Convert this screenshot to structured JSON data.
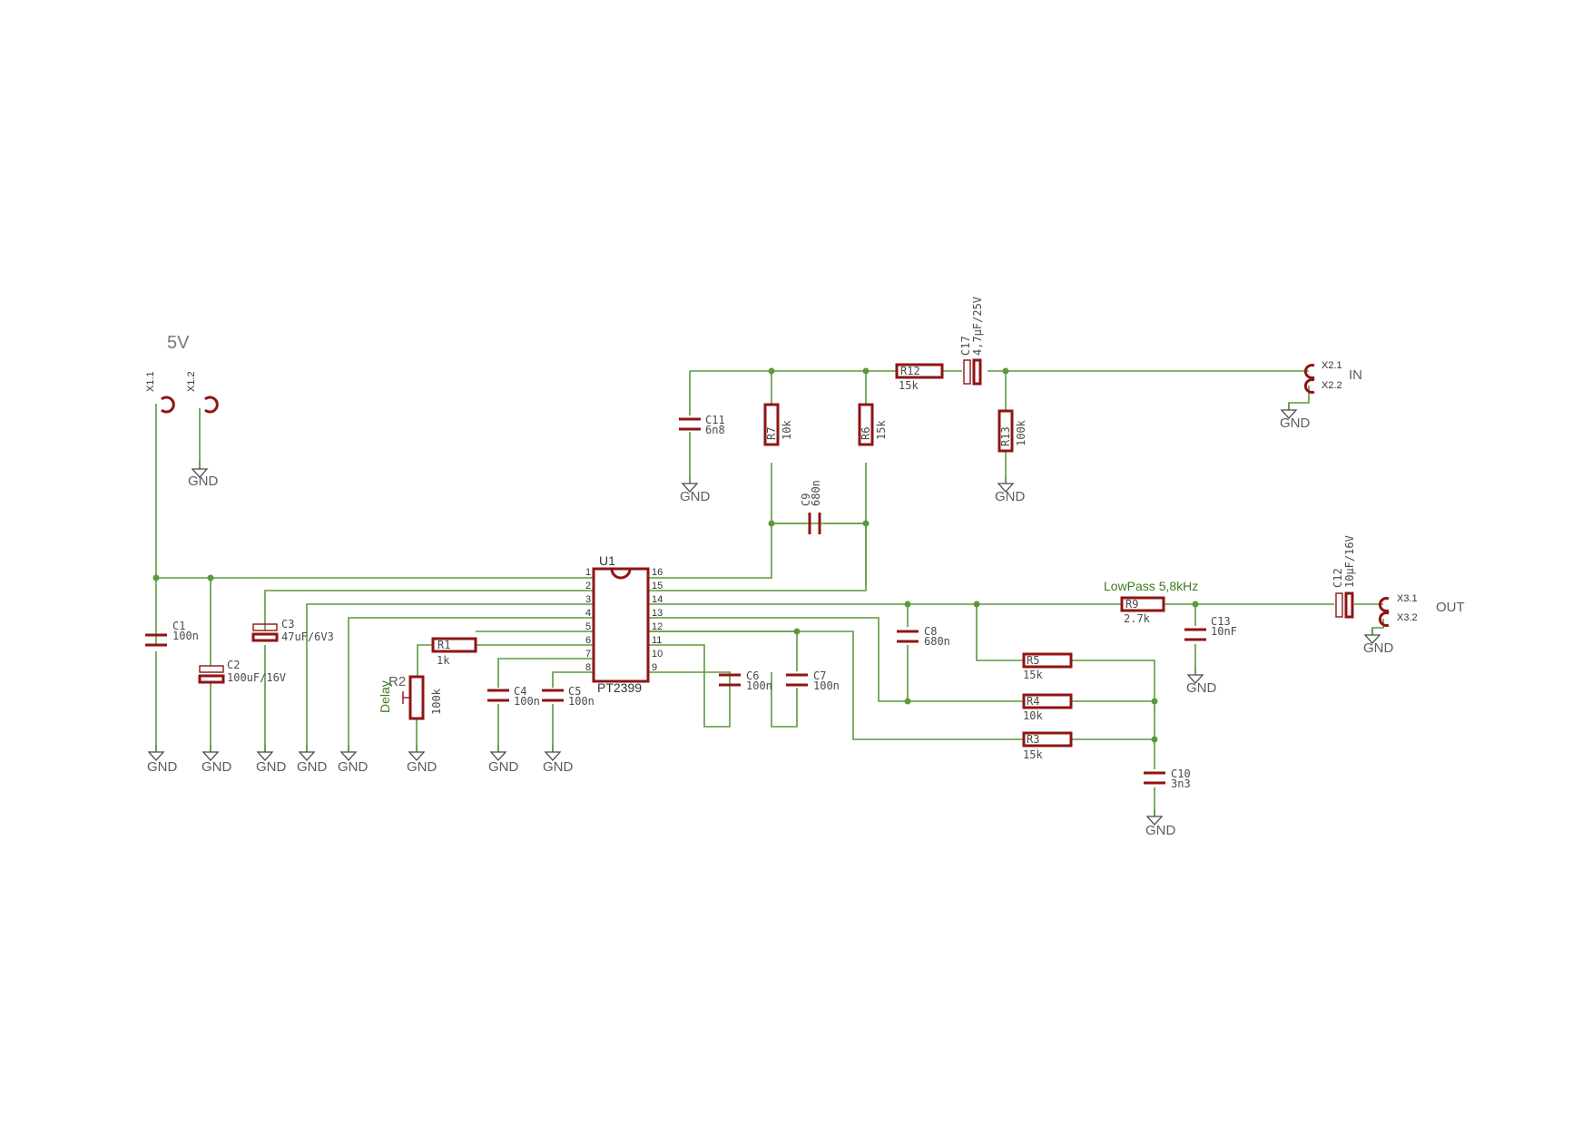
{
  "title": "5V",
  "power_connectors": {
    "x11": "X1.1",
    "x12": "X1.2"
  },
  "ground_label": "GND",
  "ic": {
    "ref": "U1",
    "part": "PT2399",
    "pins_left": [
      "1",
      "2",
      "3",
      "4",
      "5",
      "6",
      "7",
      "8"
    ],
    "pins_right": [
      "16",
      "15",
      "14",
      "13",
      "12",
      "11",
      "10",
      "9"
    ]
  },
  "components": {
    "c1": {
      "ref": "C1",
      "value": "100n"
    },
    "c2": {
      "ref": "C2",
      "value": "100uF/16V"
    },
    "c3": {
      "ref": "C3",
      "value": "47uF/6V3"
    },
    "c4": {
      "ref": "C4",
      "value": "100n"
    },
    "c5": {
      "ref": "C5",
      "value": "100n"
    },
    "c6": {
      "ref": "C6",
      "value": "100n"
    },
    "c7": {
      "ref": "C7",
      "value": "100n"
    },
    "c8": {
      "ref": "C8",
      "value": "680n"
    },
    "c9": {
      "ref": "C9",
      "value": "680n"
    },
    "c10": {
      "ref": "C10",
      "value": "3n3"
    },
    "c11": {
      "ref": "C11",
      "value": "6n8"
    },
    "c12": {
      "ref": "C12",
      "value": "10µF/16V"
    },
    "c13": {
      "ref": "C13",
      "value": "10nF"
    },
    "c17": {
      "ref": "C17",
      "value": "4,7µF/25V"
    },
    "r1": {
      "ref": "R1",
      "value": "1k"
    },
    "r2": {
      "ref": "R2",
      "value": "100k",
      "note": "Delay"
    },
    "r3": {
      "ref": "R3",
      "value": "15k"
    },
    "r4": {
      "ref": "R4",
      "value": "10k"
    },
    "r5": {
      "ref": "R5",
      "value": "15k"
    },
    "r6": {
      "ref": "R6",
      "value": "15k"
    },
    "r7": {
      "ref": "R7",
      "value": "10k"
    },
    "r9": {
      "ref": "R9",
      "value": "2.7k",
      "note": "LowPass 5,8kHz"
    },
    "r12": {
      "ref": "R12",
      "value": "15k"
    },
    "r13": {
      "ref": "R13",
      "value": "100k"
    }
  },
  "input": {
    "label": "IN",
    "pin1": "X2.1",
    "pin2": "X2.2"
  },
  "output": {
    "label": "OUT",
    "pin1": "X3.1",
    "pin2": "X3.2"
  },
  "colors": {
    "wire": "#5a9a3c",
    "part": "#8f1414",
    "text": "#4a4a4a",
    "note": "#3f7a1e"
  }
}
